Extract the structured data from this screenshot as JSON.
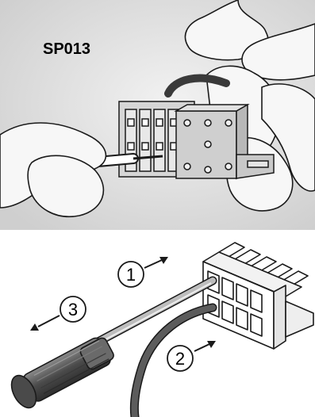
{
  "top_panel": {
    "label": "SP013",
    "background": "#dcdcdc"
  },
  "bottom_panel": {
    "step_1": "1",
    "step_2": "2",
    "step_3": "3"
  },
  "colors": {
    "outline": "#1a1a1a",
    "skin": "#f4f4f4",
    "connector_face": "#d8d8d8",
    "wire_dark": "#555555",
    "screwdriver_handle": "#5a5a5a"
  },
  "icons": [
    "arrow-icon",
    "screwdriver-icon",
    "terminal-connector-icon",
    "wire-icon",
    "hand-icon"
  ]
}
